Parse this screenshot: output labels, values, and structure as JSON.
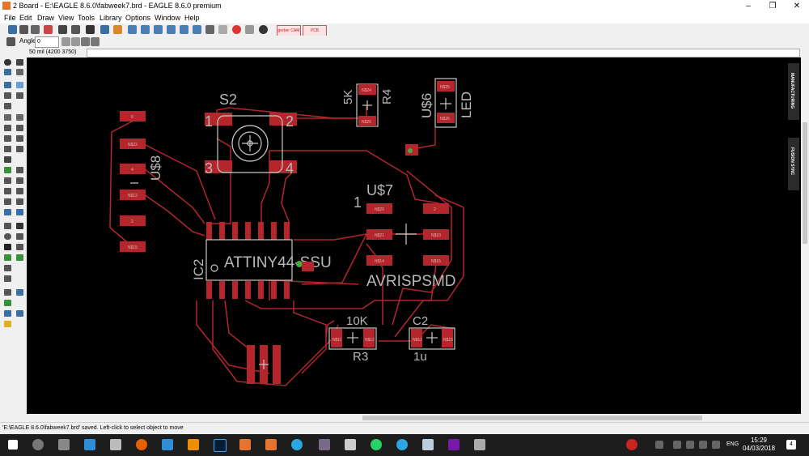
{
  "window": {
    "title": "2 Board - E:\\EAGLE 8.6.0\\fabweek7.brd - EAGLE 8.6.0 premium",
    "minimize": "–",
    "maximize": "❐",
    "close": "✕"
  },
  "menu": [
    "File",
    "Edit",
    "Draw",
    "View",
    "Tools",
    "Library",
    "Options",
    "Window",
    "Help"
  ],
  "toolbar": {
    "pdf_buttons": [
      "gerber CAM",
      "PCB QUOTE"
    ]
  },
  "params": {
    "angle_label": "Angle",
    "angle_value": "0"
  },
  "coords": {
    "readout": "50 mil (4200 3750)"
  },
  "side_panel": {
    "tabs": [
      "MANUFACTURING",
      "FUSION SYNC"
    ]
  },
  "board": {
    "silk_labels": {
      "s2": "S2",
      "s2_pin1": "1",
      "s2_pin2": "2",
      "s2_pin3": "3",
      "s2_pin4": "4",
      "usd8": "U$8",
      "usd7": "U$7",
      "usd7_pin1": "1",
      "usd6": "U$6",
      "led": "LED",
      "r4_value": "5K",
      "r4": "R4",
      "ic2": "IC2",
      "attiny": "ATTINY44-SSU",
      "avrisp": "AVRISPSMD",
      "r3_value": "10K",
      "r3": "R3",
      "c2": "C2",
      "c2_value": "1u"
    },
    "pad_labels": {
      "usd8_pads": [
        "6",
        "N$22",
        "4",
        "N$12",
        "2",
        "N$15"
      ],
      "avr_pads": [
        "N$20",
        "N$21",
        "N$14",
        "2",
        "N$10",
        "N$15"
      ],
      "r4_pads": [
        "N$24",
        "N$26"
      ],
      "led_pads": [
        "N$25",
        "N$26"
      ],
      "r3_pads": [
        "N$11",
        "N$12"
      ],
      "c2_pads": [
        "N$12",
        "N$15"
      ]
    }
  },
  "status": {
    "message": "'E:\\EAGLE 8.6.0\\fabweek7.brd' saved. Left-click to select object to move"
  },
  "taskbar": {
    "language": "ENG",
    "time": "15:29",
    "date": "04/03/2018",
    "notifications": "4"
  },
  "colors": {
    "canvas": "#000000",
    "copper": "#b4262b",
    "silk": "#b8b8b8"
  }
}
